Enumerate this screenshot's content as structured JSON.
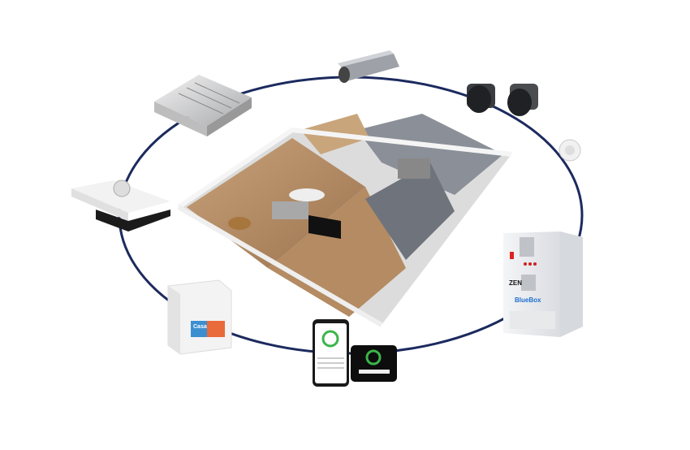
{
  "scene": {
    "ring_color": "#1c2a5e",
    "devices": [
      {
        "name": "ceiling-cassette-unit"
      },
      {
        "name": "duct-silencer"
      },
      {
        "name": "round-dampers"
      },
      {
        "name": "round-ceiling-diffuser"
      },
      {
        "name": "kitchen-range-hood"
      },
      {
        "name": "heat-recovery-unit",
        "logo": "Casa"
      },
      {
        "name": "smartphone-app"
      },
      {
        "name": "wall-controller"
      },
      {
        "name": "outdoor-unit-cabinet",
        "logos": [
          "ZEN",
          "BlueBox"
        ]
      }
    ]
  }
}
